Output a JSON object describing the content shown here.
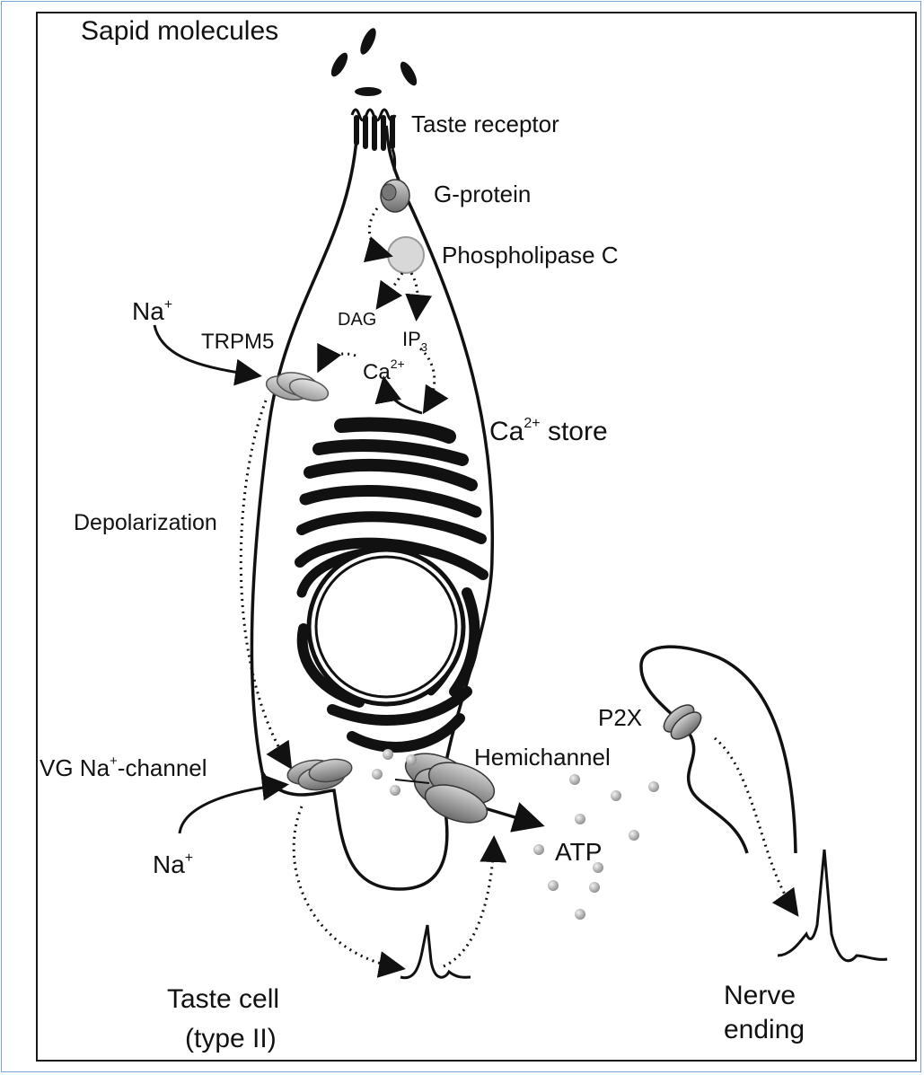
{
  "labels": {
    "sapid_molecules": "Sapid molecules",
    "taste_receptor": "Taste receptor",
    "g_protein": "G-protein",
    "phospholipase_c": "Phospholipase C",
    "dag": "DAG",
    "ip3": "IP",
    "ip3_sub": "3",
    "na_top": "Na",
    "na_top_sup": "+",
    "trpm5": "TRPM5",
    "ca": "Ca",
    "ca_sup": "2+",
    "ca_store": "Ca",
    "ca_store_sup": "2+",
    "ca_store_suffix": " store",
    "depolarization": "Depolarization",
    "vg_channel_prefix": "VG Na",
    "vg_channel_sup": "+",
    "vg_channel_suffix": "-channel",
    "na_bottom": "Na",
    "na_bottom_sup": "+",
    "hemichannel": "Hemichannel",
    "p2x": "P2X",
    "atp": "ATP",
    "taste_cell_line1": "Taste cell",
    "taste_cell_line2": "(type II)",
    "nerve_line1": "Nerve",
    "nerve_line2": "ending"
  },
  "colors": {
    "outer_border": "#7aa3cf",
    "ink": "#111111",
    "channel_gray": "#9a9a9a",
    "plc_fill": "#d8d8d8",
    "atp_dot": "#b8b8b8"
  }
}
